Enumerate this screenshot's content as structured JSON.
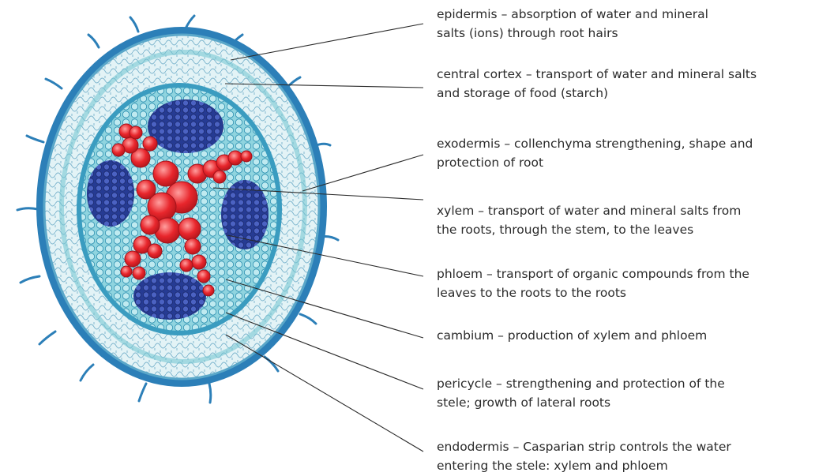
{
  "labels": {
    "epidermis": [
      "epidermis – absorption of water and mineral",
      "salts (ions) through root hairs"
    ],
    "central_cortex": [
      "central cortex – transport of water and mineral salts",
      "and storage of food (starch)"
    ],
    "exodermis": [
      "exodermis – collenchyma strengthening, shape and",
      "protection of root"
    ],
    "xylem": [
      "xylem – transport of water and mineral salts from",
      "the roots, through the stem, to the leaves"
    ],
    "phloem": [
      "phloem – transport of organic compounds from the",
      "leaves to the roots to the roots"
    ],
    "cambium": [
      "cambium – production of xylem and phloem"
    ],
    "pericycle": [
      "pericycle – strengthening and protection of the",
      "stele; growth of lateral roots"
    ],
    "endodermis": [
      "endodermis – Casparian strip controls the water",
      "entering the stele: xylem and phloem"
    ]
  },
  "colors": {
    "epidermis_blue": "#2c7fb8",
    "cortex_pale": "#d8eef4",
    "phloem_dark_blue": "#2a3f9a",
    "xylem_red": "#e5262c",
    "leader_line": "#2b2b2b"
  }
}
